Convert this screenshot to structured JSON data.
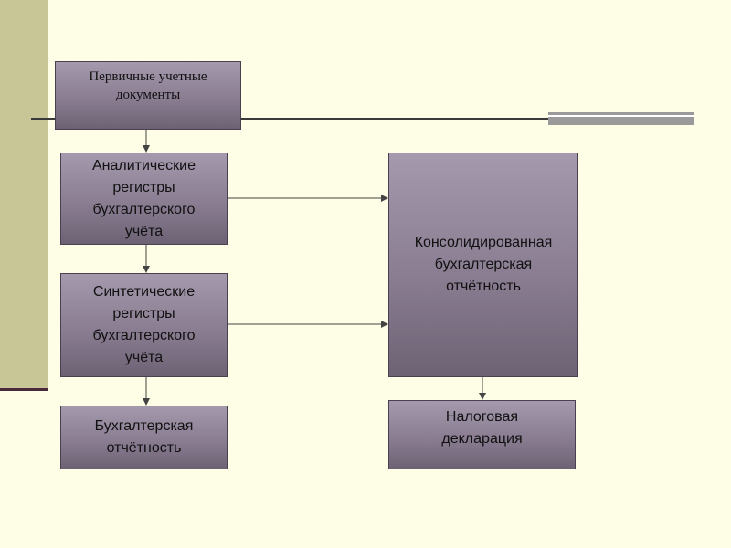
{
  "nodes": {
    "primary_docs": "Первичные учетные\nдокументы",
    "analytical_registers": "Аналитические\nрегистры\nбухгалтерского\nучёта",
    "synthetic_registers": "Синтетические\nрегистры\nбухгалтерского\nучёта",
    "accounting_statements": "Бухгалтерская\nотчётность",
    "consolidated_statements": "Консолидированная\nбухгалтерская\nотчётность",
    "tax_declaration": "Налоговая\nдекларация"
  },
  "edges": [
    {
      "from": "primary_docs",
      "to": "analytical_registers"
    },
    {
      "from": "analytical_registers",
      "to": "synthetic_registers"
    },
    {
      "from": "synthetic_registers",
      "to": "accounting_statements"
    },
    {
      "from": "analytical_registers",
      "to": "consolidated_statements"
    },
    {
      "from": "synthetic_registers",
      "to": "consolidated_statements"
    },
    {
      "from": "consolidated_statements",
      "to": "tax_declaration"
    }
  ],
  "colors": {
    "background": "#fefde6",
    "side_band": "#c8c597",
    "box_top": "#a499ad",
    "box_bottom": "#6d6274",
    "connector": "#444444"
  }
}
